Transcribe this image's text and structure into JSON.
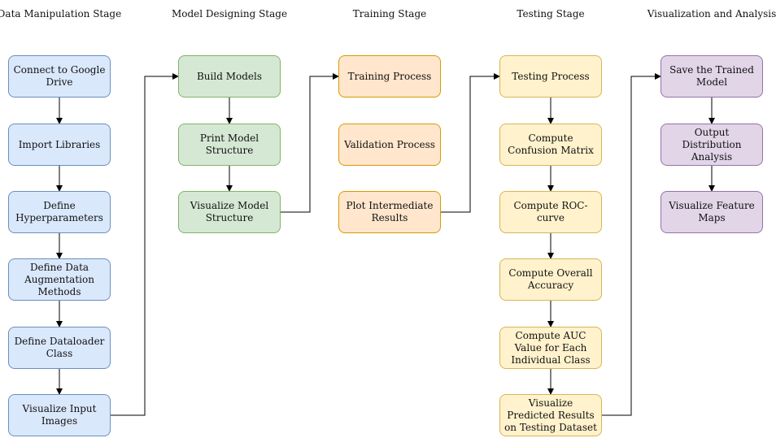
{
  "stages": [
    {
      "title": "Data Manipulation Stage",
      "color": "c0",
      "nodes": [
        "Connect to Google Drive",
        "Import Libraries",
        "Define Hyperparameters",
        "Define Data Augmentation Methods",
        "Define Dataloader Class",
        "Visualize Input Images"
      ]
    },
    {
      "title": "Model Designing Stage",
      "color": "c1",
      "nodes": [
        "Build Models",
        "Print Model Structure",
        "Visualize Model Structure"
      ]
    },
    {
      "title": "Training Stage",
      "color": "c2",
      "nodes": [
        "Training Process",
        "Validation Process",
        "Plot Intermediate Results"
      ]
    },
    {
      "title": "Testing Stage",
      "color": "c3",
      "nodes": [
        "Testing Process",
        "Compute Confusion Matrix",
        "Compute ROC-curve",
        "Compute Overall Accuracy",
        "Compute AUC Value for Each Individual Class",
        "Visualize Predicted Results on Testing Dataset"
      ]
    },
    {
      "title": "Visualization and Analysis",
      "color": "c4",
      "nodes": [
        "Save the Trained Model",
        "Output Distribution Analysis",
        "Visualize Feature Maps"
      ]
    }
  ],
  "edges": [
    [
      "0.0",
      "0.1"
    ],
    [
      "0.1",
      "0.2"
    ],
    [
      "0.2",
      "0.3"
    ],
    [
      "0.3",
      "0.4"
    ],
    [
      "0.4",
      "0.5"
    ],
    [
      "0.5",
      "1.0"
    ],
    [
      "1.0",
      "1.1"
    ],
    [
      "1.1",
      "1.2"
    ],
    [
      "1.2",
      "2.0"
    ],
    [
      "2.2",
      "3.0"
    ],
    [
      "3.0",
      "3.1"
    ],
    [
      "3.1",
      "3.2"
    ],
    [
      "3.2",
      "3.3"
    ],
    [
      "3.3",
      "3.4"
    ],
    [
      "3.4",
      "3.5"
    ],
    [
      "3.5",
      "4.0"
    ],
    [
      "4.0",
      "4.1"
    ],
    [
      "4.1",
      "4.2"
    ]
  ]
}
